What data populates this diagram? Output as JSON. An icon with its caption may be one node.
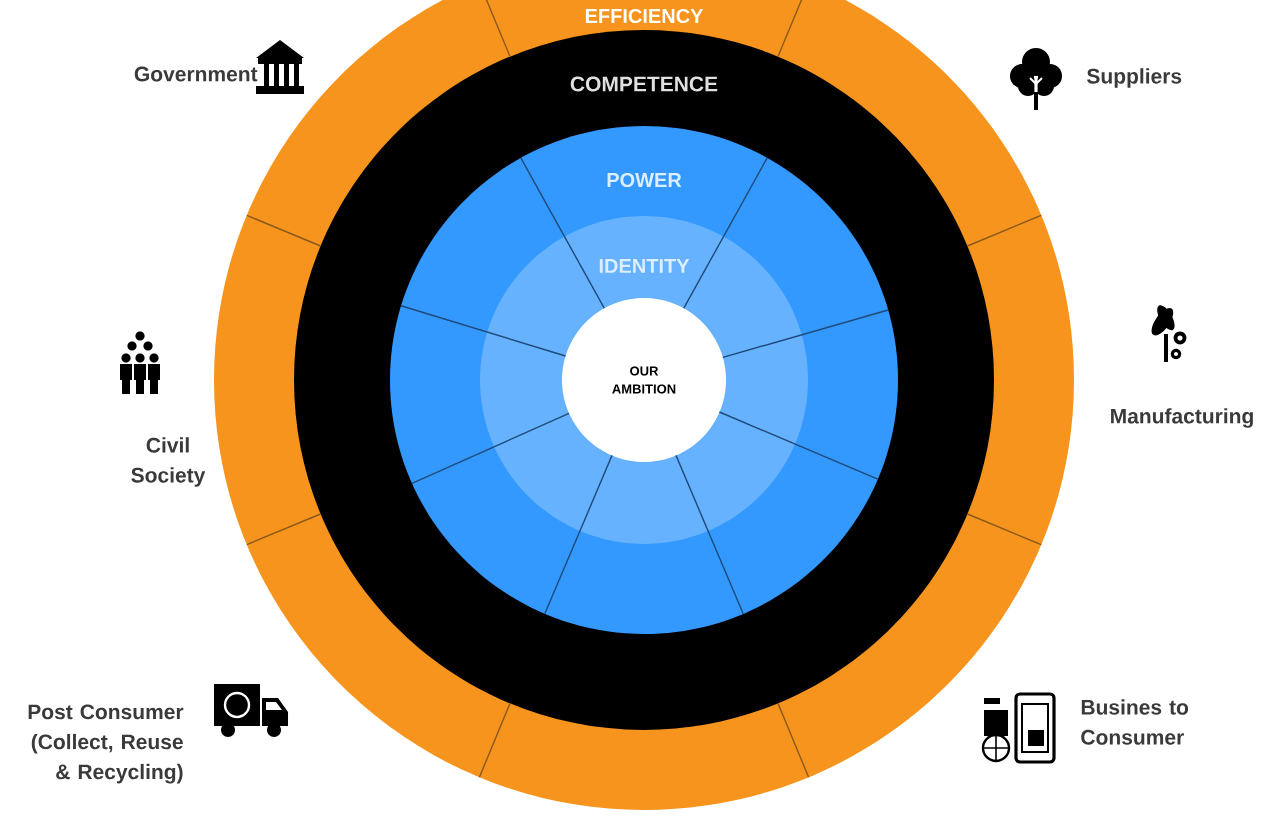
{
  "diagram": {
    "nodes": [
      {
        "text": [
          "EFFICIENCY"
        ]
      },
      {
        "text": [
          "COMPETENCE"
        ],
        "in": 0
      },
      {
        "text": [
          "POWER"
        ],
        "in": 1
      },
      {
        "text": [
          "IDENTITY"
        ],
        "in": 2
      },
      {
        "text": [
          "OUR AMBITION"
        ],
        "in": 3
      }
    ],
    "labels": [
      "Government",
      "Suppliers",
      "Manufacturing",
      "Civil Society",
      "Post Consumer (Collect, Reuse & Recycling)",
      "Busines to Consumer"
    ]
  }
}
